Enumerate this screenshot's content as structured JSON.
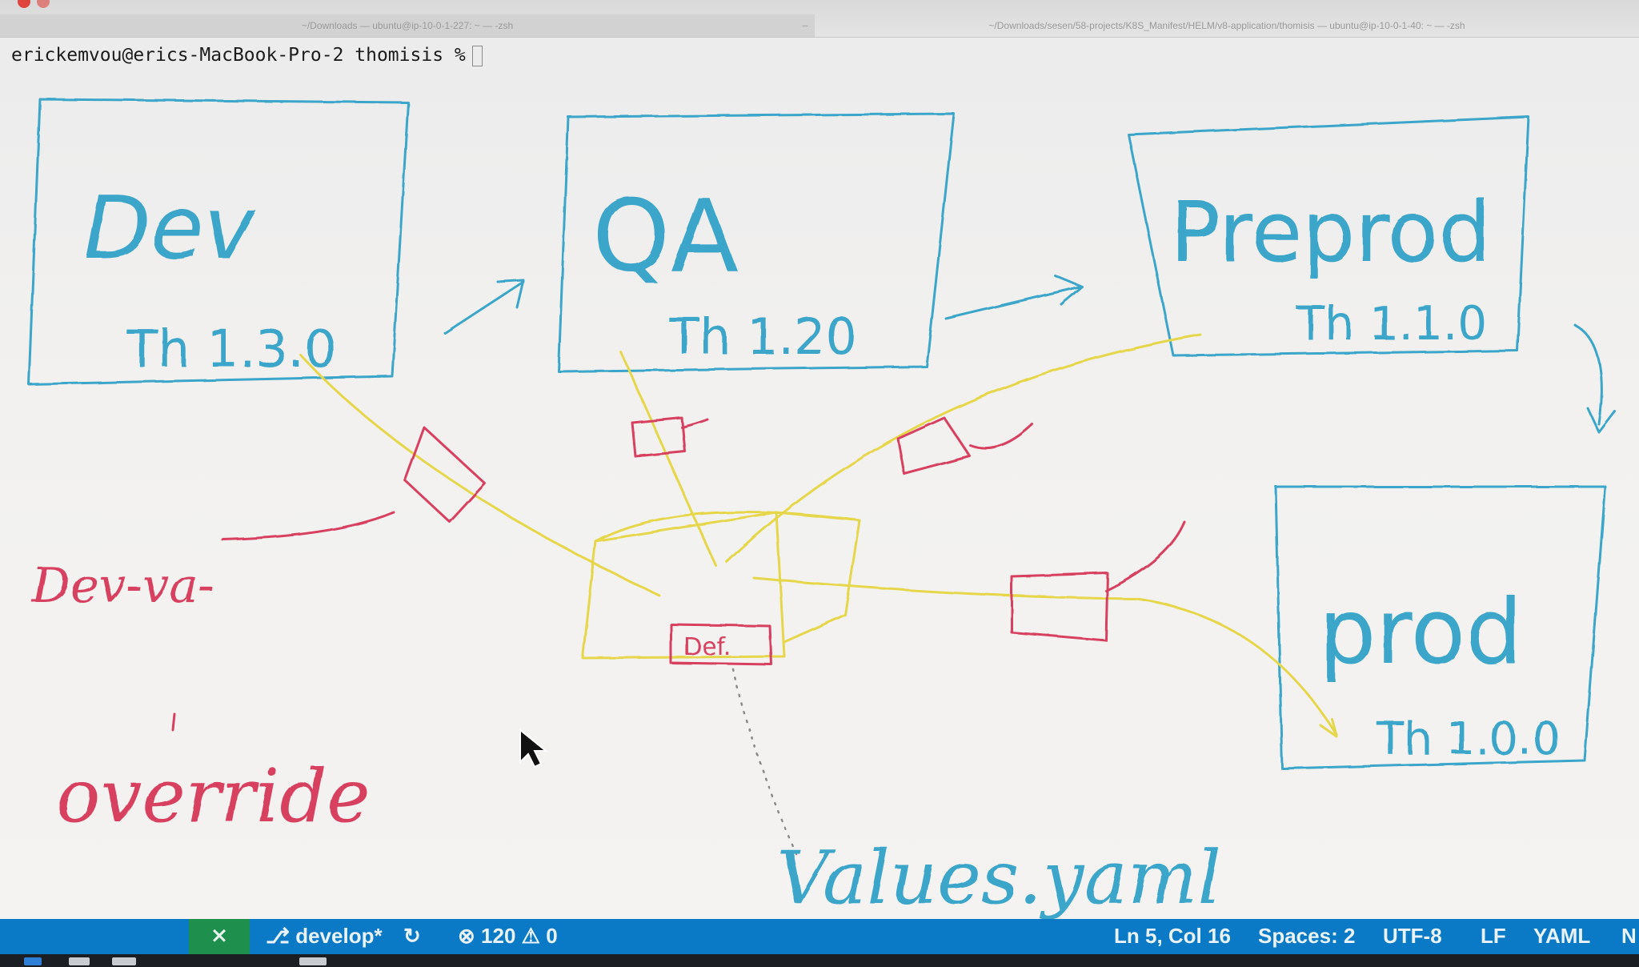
{
  "window": {
    "tabs": [
      {
        "label": "~/Downloads — ubuntu@ip-10-0-1-227: ~ — -zsh",
        "active": true
      },
      {
        "label": "~/Downloads/sesen/58-projects/K8S_Manifest/HELM/v8-application/thomisis — ubuntu@ip-10-0-1-40: ~ — -zsh",
        "active": false
      }
    ]
  },
  "terminal": {
    "prompt": "erickemvou@erics-MacBook-Pro-2 thomisis %"
  },
  "whiteboard": {
    "environments": [
      {
        "name": "Dev",
        "version": "Th 1.3.0"
      },
      {
        "name": "QA",
        "version": "Th 1.20"
      },
      {
        "name": "Preprod",
        "version": "Th 1.1.0"
      },
      {
        "name": "prod",
        "version": "Th 1.0.0"
      }
    ],
    "chart_box_label": "Def.",
    "notes": {
      "dev_values": "Dev-va-",
      "override": "override",
      "values_yaml": "Values.yaml"
    },
    "colors": {
      "env_box": "#3aa6c9",
      "helm_chart": "#e6d64a",
      "values_override": "#d8405e"
    }
  },
  "statusbar": {
    "remote_icon": "remote-icon",
    "branch": "develop*",
    "sync_icon": "sync-icon",
    "errors": "120",
    "warnings": "0",
    "cursor_position": "Ln 5, Col 16",
    "indentation": "Spaces: 2",
    "encoding": "UTF-8",
    "line_ending": "LF",
    "language": "YAML",
    "notifications": "N"
  }
}
